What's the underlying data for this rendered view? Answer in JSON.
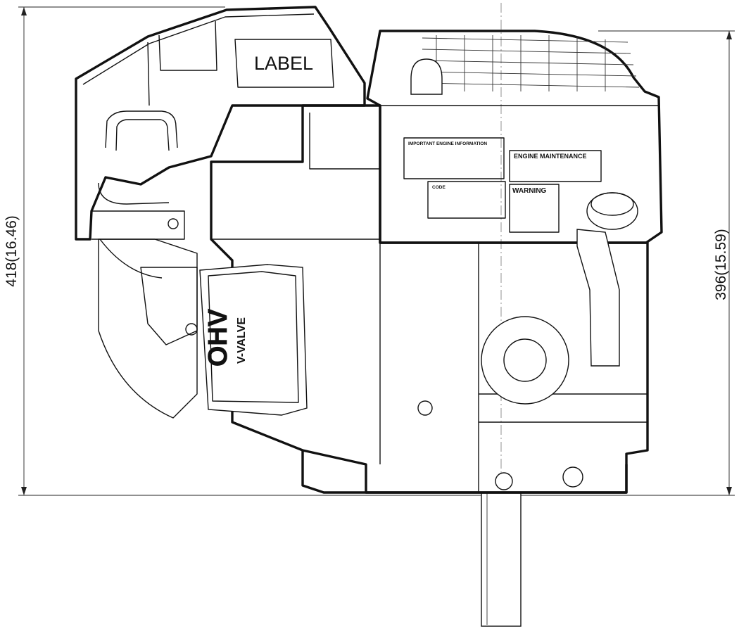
{
  "dimensions": {
    "overall_height": "418(16.46)",
    "body_height": "396(15.59)"
  },
  "labels": {
    "label_plate": "LABEL",
    "important_info": "IMPORTANT ENGINE INFORMATION",
    "code": "CODE",
    "engine_maintenance": "ENGINE MAINTENANCE",
    "warning": "WARNING",
    "ohv": "OHV",
    "v_valve": "V-VALVE"
  }
}
